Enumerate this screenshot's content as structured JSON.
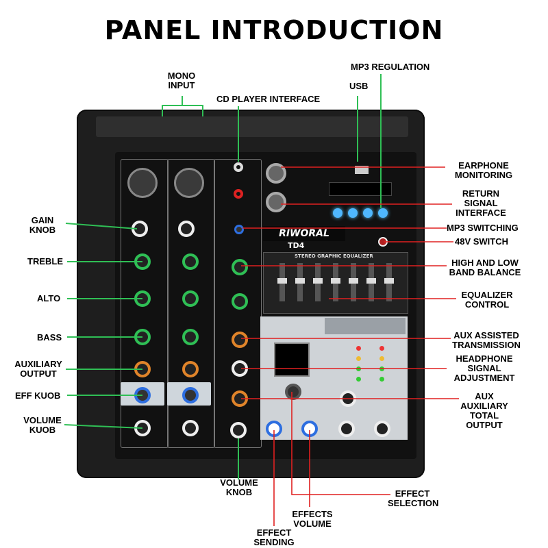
{
  "title": "PANEL INTRODUCTION",
  "brand": "RIWORAL",
  "model": "TD4",
  "eq_title": "STEREO GRAPHIC EQUALIZER",
  "callouts": {
    "mono_input": "MONO\nINPUT",
    "cd_player": "CD PLAYER INTERFACE",
    "mp3_regulation": "MP3 REGULATION",
    "usb": "USB",
    "earphone": "EARPHONE\nMONITORING",
    "return_signal": "RETURN\nSIGNAL\nINTERFACE",
    "mp3_switching": "MP3 SWITCHING",
    "switch_48v": "48V SWITCH",
    "band_balance": "HIGH AND LOW\nBAND BALANCE",
    "eq_control": "EQUALIZER\nCONTROL",
    "aux_assisted": "AUX ASSISTED\nTRANSMISSION",
    "headphone": "HEADPHONE\nSIGNAL\nADJUSTMENT",
    "aux_total": "AUX\nAUXILIARY\nTOTAL\nOUTPUT",
    "gain": "GAIN\nKNOB",
    "treble": "TREBLE",
    "alto": "ALTO",
    "bass": "BASS",
    "aux_output": "AUXILIARY\nOUTPUT",
    "eff_knob": "EFF KUOB",
    "volume_left": "VOLUME\nKUOB",
    "volume_knob": "VOLUME\nKNOB",
    "effects_volume": "EFFECTS\nVOLUME",
    "effect_selection": "EFFECT\nSELECTION",
    "effect_sending": "EFFECT\nSENDING"
  },
  "colors": {
    "green": "#2fbf55",
    "red": "#e02020",
    "blue_led": "#4fb8ff"
  }
}
